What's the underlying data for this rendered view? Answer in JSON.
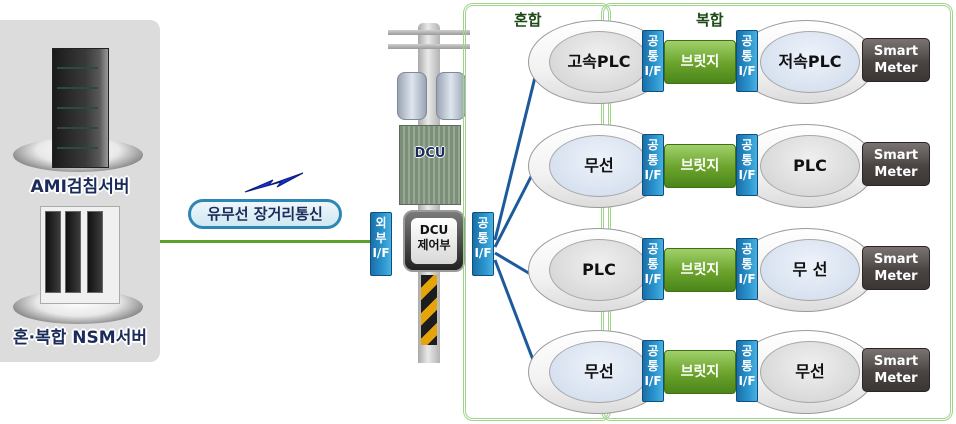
{
  "servers": {
    "ami_label": "AMI검침서버",
    "nsm_label": "혼·복합 NSM서버",
    "ami_icon": "server-rack-icon",
    "nsm_icon": "server-cabinet-icon"
  },
  "comm": {
    "label": "유무선 장거리통신",
    "icon": "lightning-icon"
  },
  "dcu": {
    "box_label": "DCU",
    "controller_line1": "DCU",
    "controller_line2": "제어부",
    "external_if": [
      "외",
      "부",
      "I/F"
    ],
    "common_if": [
      "공",
      "통",
      "I/F"
    ]
  },
  "groups": {
    "mixed_title": "혼합",
    "composite_title": "복합"
  },
  "rows": [
    {
      "left": "고속PLC",
      "right": "저속PLC",
      "bridge": "브릿지",
      "if_lines": [
        "공",
        "통",
        "I/F"
      ],
      "meter_line1": "Smart",
      "meter_line2": "Meter"
    },
    {
      "left": "무선",
      "right": "PLC",
      "bridge": "브릿지",
      "if_lines": [
        "공",
        "통",
        "I/F"
      ],
      "meter_line1": "Smart",
      "meter_line2": "Meter"
    },
    {
      "left": "PLC",
      "right": "무 선",
      "bridge": "브릿지",
      "if_lines": [
        "공",
        "통",
        "I/F"
      ],
      "meter_line1": "Smart",
      "meter_line2": "Meter"
    },
    {
      "left": "무선",
      "right": "무선",
      "bridge": "브릿지",
      "if_lines": [
        "공",
        "통",
        "I/F"
      ],
      "meter_line1": "Smart",
      "meter_line2": "Meter"
    }
  ],
  "colors": {
    "link_green": "#5aa22a",
    "fan_blue": "#1d5a9c",
    "if_blue": "#2a96cf",
    "bridge_green": "#6aa22a",
    "meter_gray": "#4a4443",
    "frame_green": "#9ed38a",
    "label_navy": "#1b2c5a"
  }
}
